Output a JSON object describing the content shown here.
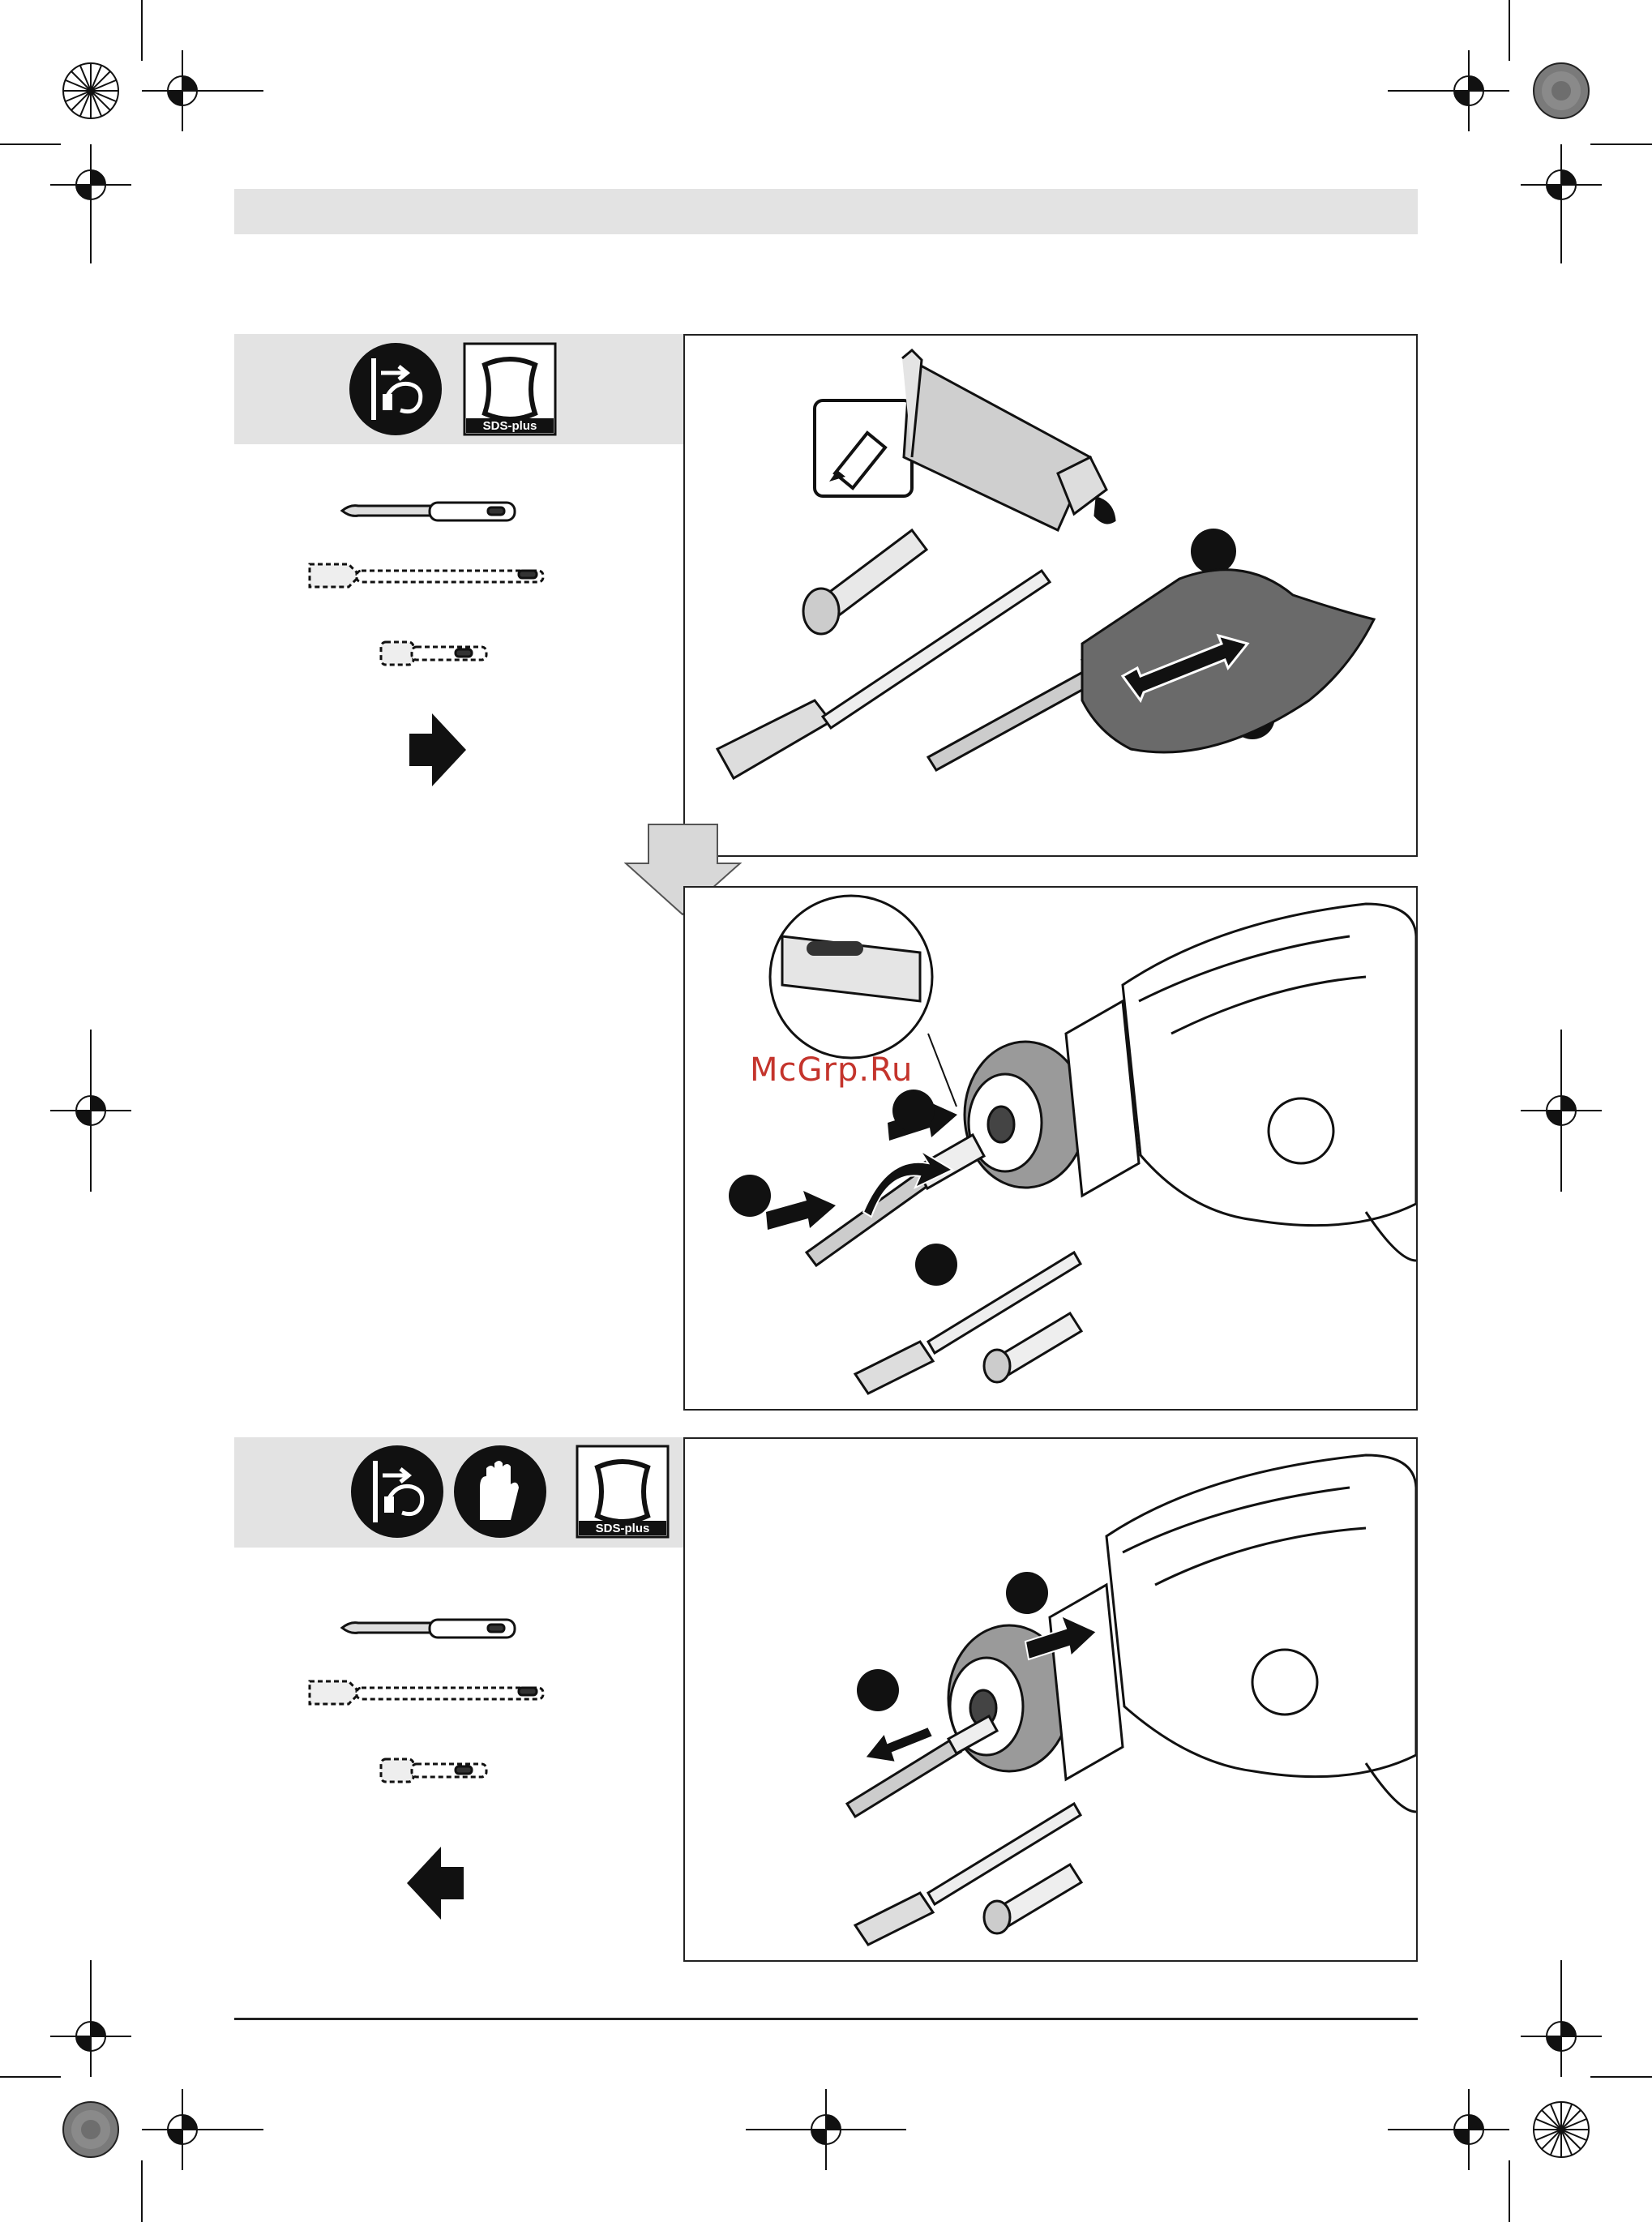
{
  "page": {
    "watermark": "McGrp.Ru"
  },
  "steps": [
    {
      "id": "insert",
      "badge_label": "SDS-plus",
      "arrow_direction": "right",
      "callouts": [
        "",
        "",
        "",
        "",
        ""
      ]
    },
    {
      "id": "remove",
      "badge_label": "SDS-plus",
      "arrow_direction": "left",
      "callouts": [
        "",
        ""
      ]
    }
  ],
  "icons": {
    "unplug": "unplug-icon",
    "gloves": "gloves-icon",
    "sds": "sds-plus-icon",
    "lubricate": "grease-tube-icon"
  },
  "colors": {
    "header_gray": "#e3e3e3",
    "ink": "#1a1a1a",
    "cloth": "#6a6a6a",
    "watermark": "#c4342c"
  }
}
